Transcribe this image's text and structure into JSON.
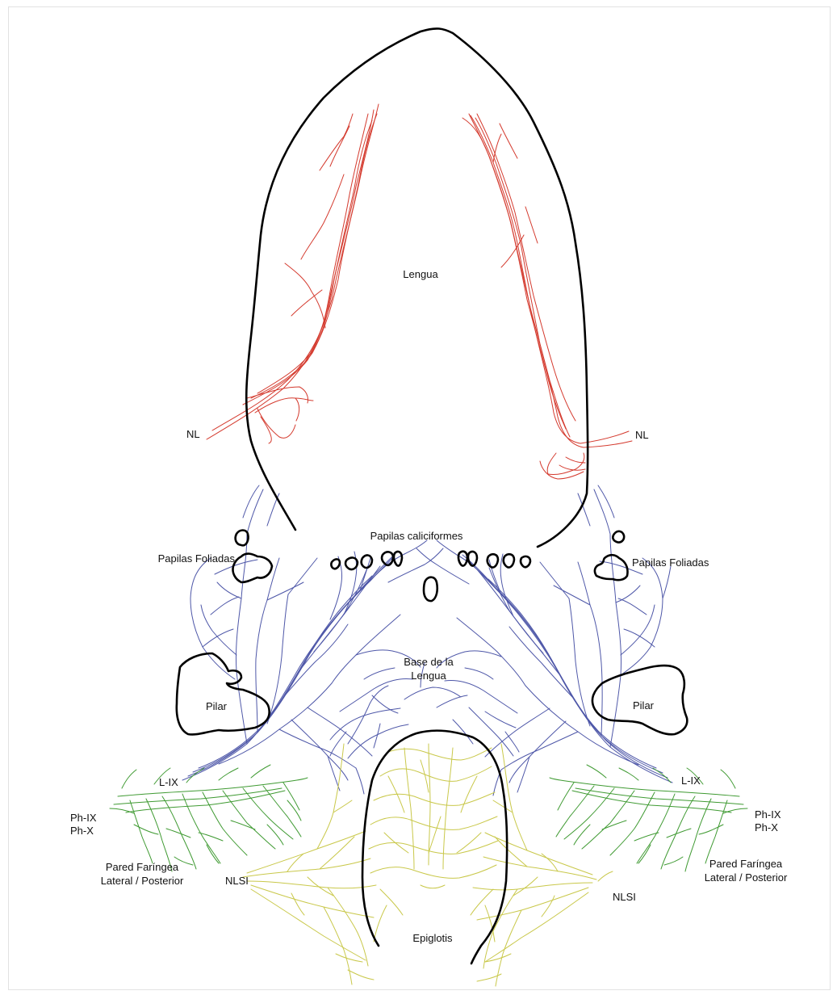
{
  "labels": {
    "lengua": "Lengua",
    "nl_left": "NL",
    "nl_right": "NL",
    "papilas_caliciformes": "Papilas caliciformes",
    "papilas_foliadas_left": "Papilas Foliadas",
    "papilas_foliadas_right": "Papilas Foliadas",
    "base_lengua_line1": "Base de la",
    "base_lengua_line2": "Lengua",
    "pilar_left": "Pilar",
    "pilar_right": "Pilar",
    "lix_left": "L-IX",
    "lix_right": "L-IX",
    "phix_left": "Ph-IX",
    "phx_left": "Ph-X",
    "phix_right": "Ph-IX",
    "phx_right": "Ph-X",
    "pared_left_line1": "Pared Faríngea",
    "pared_left_line2": "Lateral / Posterior",
    "pared_right_line1": "Pared Faríngea",
    "pared_right_line2": "Lateral / Posterior",
    "nlsi_left": "NLSI",
    "nlsi_right": "NLSI",
    "epiglotis": "Epiglotis"
  },
  "colors": {
    "lingual_nerve": "#d43a2e",
    "glossopharyngeal_lingual": "#4e57a8",
    "pharyngeal": "#3f9a32",
    "superior_laryngeal": "#c9c84a",
    "outline": "#000000"
  }
}
